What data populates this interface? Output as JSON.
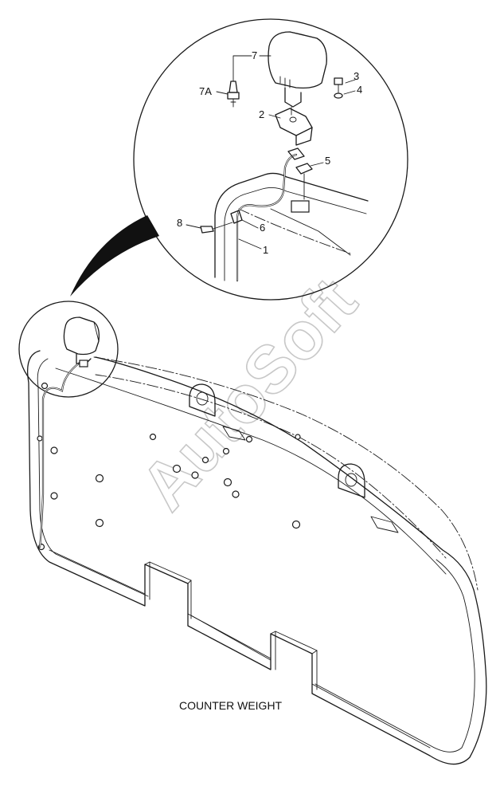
{
  "diagram": {
    "caption": "COUNTER WEIGHT",
    "watermark": "AutoSoft",
    "callouts": [
      {
        "id": "7",
        "label": "7"
      },
      {
        "id": "7a",
        "label": "7A"
      },
      {
        "id": "3",
        "label": "3"
      },
      {
        "id": "4",
        "label": "4"
      },
      {
        "id": "2",
        "label": "2"
      },
      {
        "id": "5",
        "label": "5"
      },
      {
        "id": "8",
        "label": "8"
      },
      {
        "id": "6",
        "label": "6"
      },
      {
        "id": "1",
        "label": "1"
      }
    ]
  }
}
